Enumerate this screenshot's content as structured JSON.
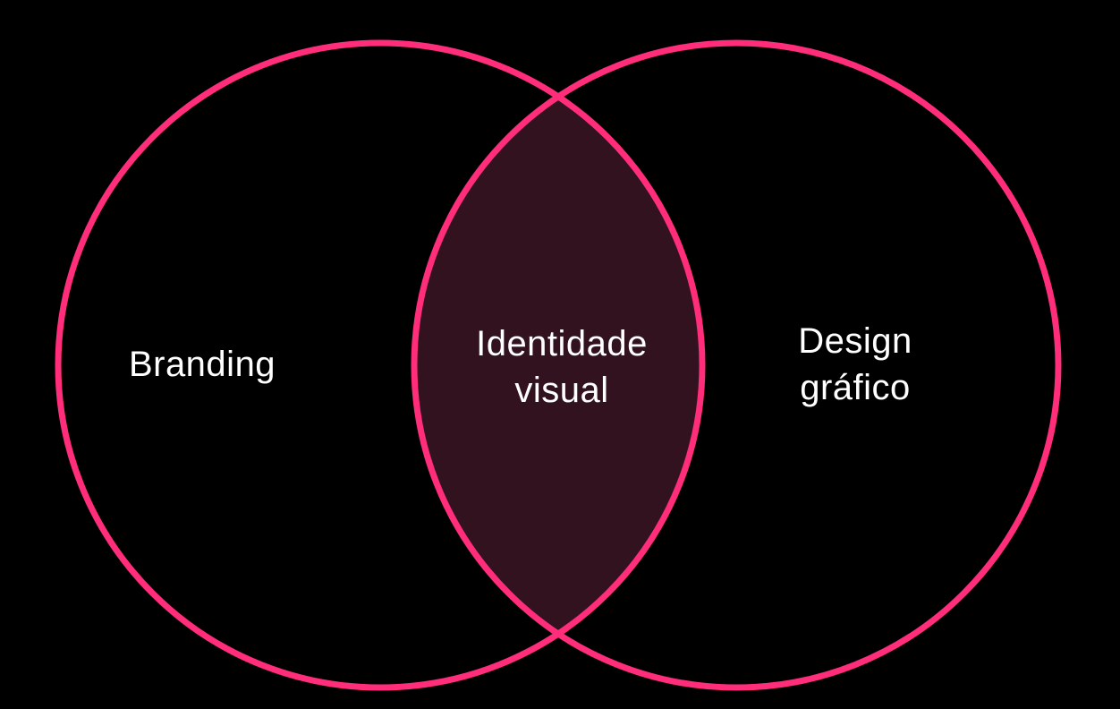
{
  "colors": {
    "background": "#000000",
    "circle_stroke": "#ff2d7a",
    "overlap_fill": "#33121f",
    "text": "#ffffff"
  },
  "diagram": {
    "type": "venn-2",
    "left_circle": {
      "label": "Branding"
    },
    "right_circle": {
      "label_line1": "Design",
      "label_line2": "gráfico"
    },
    "intersection": {
      "label_line1": "Identidade",
      "label_line2": "visual"
    }
  }
}
